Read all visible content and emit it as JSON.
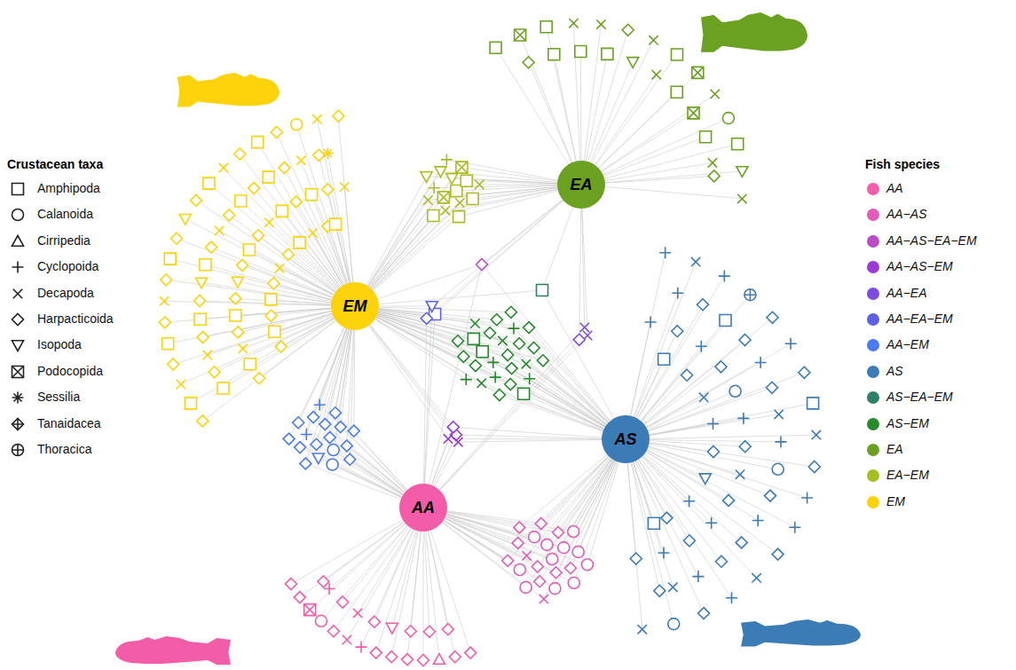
{
  "diagram": {
    "nodes": [
      {
        "text": [
          "EA"
        ]
      },
      {
        "text": [
          "EM"
        ]
      },
      {
        "text": [
          "AS"
        ]
      },
      {
        "text": [
          "AA"
        ]
      }
    ],
    "labels": [
      "Crustacean taxa",
      "Fish species"
    ],
    "legend": [
      {
        "text": "Amphipoda"
      },
      {
        "text": "Calanoida"
      },
      {
        "text": "Cirripedia"
      },
      {
        "text": "Cyclopoida"
      },
      {
        "text": "Decapoda"
      },
      {
        "text": "Harpacticoida"
      },
      {
        "text": "Isopoda"
      },
      {
        "text": "Podocopida"
      },
      {
        "text": "Sessilia"
      },
      {
        "text": "Tanaidacea"
      },
      {
        "text": "Thoracica"
      },
      {
        "text": "AA",
        "color": "#f25ca8"
      },
      {
        "text": "AA−AS",
        "color": "#e05cb9"
      },
      {
        "text": "AA−AS−EA−EM",
        "color": "#bb4cc8"
      },
      {
        "text": "AA−AS−EM",
        "color": "#9a3ad6"
      },
      {
        "text": "AA−EA",
        "color": "#7b4be2"
      },
      {
        "text": "AA−EA−EM",
        "color": "#5e60e8"
      },
      {
        "text": "AA−EM",
        "color": "#4a7bf0"
      },
      {
        "text": "AS",
        "color": "#3b7bb6"
      },
      {
        "text": "AS−EA−EM",
        "color": "#2e806b"
      },
      {
        "text": "AS−EM",
        "color": "#248a2a"
      },
      {
        "text": "EA",
        "color": "#6aa121"
      },
      {
        "text": "EA−EM",
        "color": "#a9bd1f"
      },
      {
        "text": "EM",
        "color": "#fcd20a"
      }
    ]
  }
}
